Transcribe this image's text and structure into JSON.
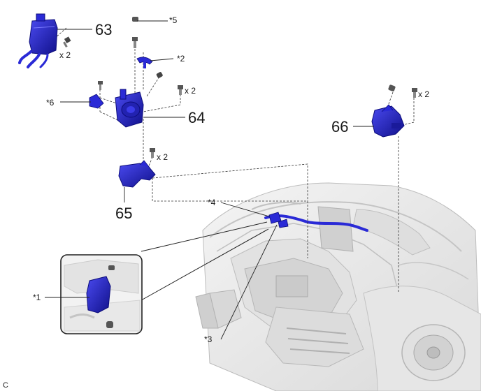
{
  "callouts": {
    "c63": "63",
    "c64": "64",
    "c65": "65",
    "c66": "66",
    "s1": "*1",
    "s2": "*2",
    "s3": "*3",
    "s4": "*4",
    "s5": "*5",
    "s6": "*6",
    "x2": "x 2",
    "corner": "C"
  },
  "colors": {
    "part_blue": "#2a2ad6",
    "part_dark": "#0c0c7a",
    "line": "#333333",
    "car_gray": "#cfcfcf"
  }
}
